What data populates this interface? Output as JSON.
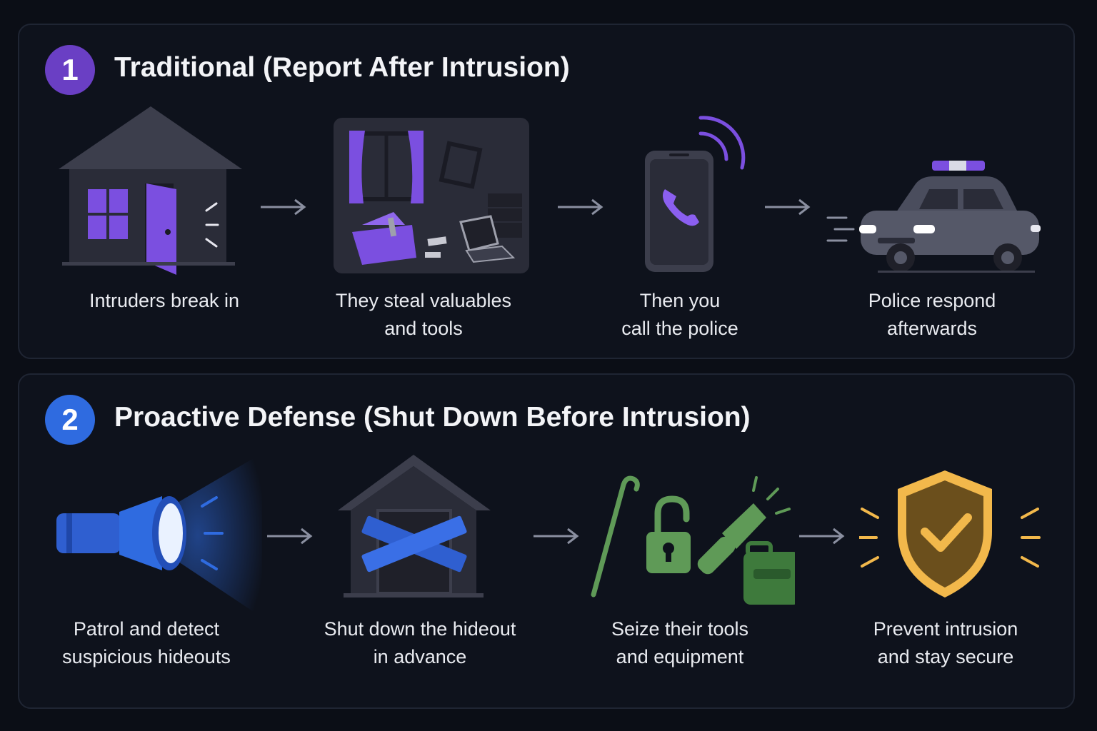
{
  "sections": [
    {
      "number": "1",
      "title": "Traditional (Report After Intrusion)",
      "accent": "#6a3fc4",
      "steps": [
        {
          "label": "Intruders break in",
          "icon": "house-break-in-icon"
        },
        {
          "label": "They steal valuables\nand tools",
          "icon": "ransacked-room-icon"
        },
        {
          "label": "Then you\ncall the police",
          "icon": "phone-call-icon"
        },
        {
          "label": "Police respond\nafterwards",
          "icon": "police-car-icon"
        }
      ]
    },
    {
      "number": "2",
      "title": "Proactive Defense (Shut Down Before Intrusion)",
      "accent": "#2f6be0",
      "steps": [
        {
          "label": "Patrol and detect\nsuspicious hideouts",
          "icon": "flashlight-icon"
        },
        {
          "label": "Shut down the hideout\nin advance",
          "icon": "boarded-hideout-icon"
        },
        {
          "label": "Seize their tools\nand equipment",
          "icon": "seized-tools-icon"
        },
        {
          "label": "Prevent intrusion\nand stay secure",
          "icon": "shield-check-icon"
        }
      ]
    }
  ],
  "colors": {
    "purple": "#7b4fe0",
    "blue": "#2f6be0",
    "green": "#5f9a57",
    "gold": "#f2b84b",
    "gray": "#3f4252"
  }
}
